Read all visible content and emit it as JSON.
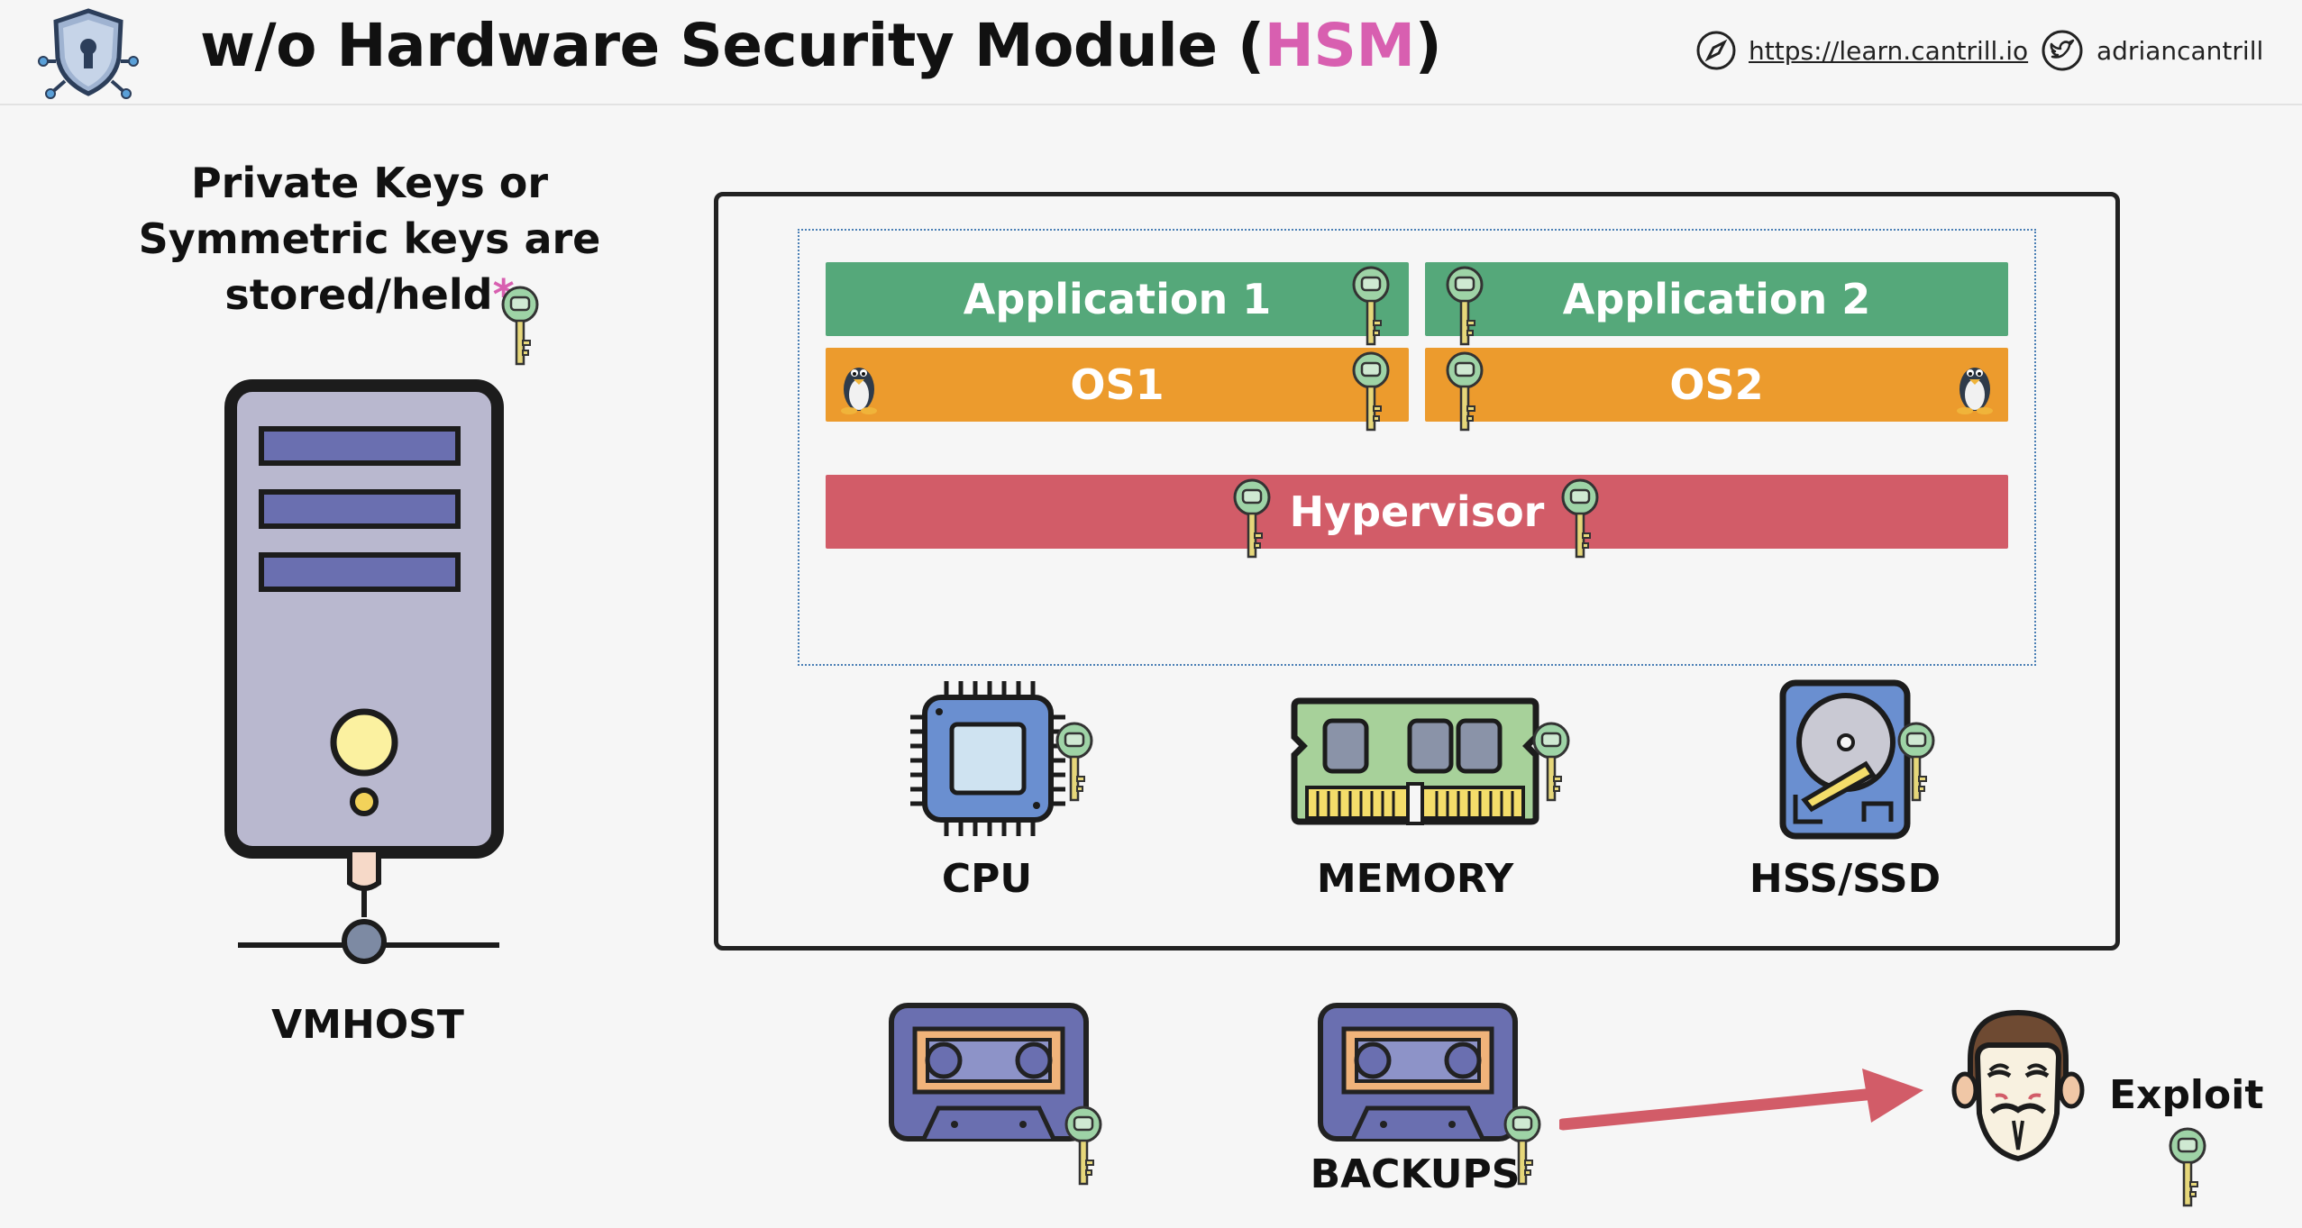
{
  "header": {
    "title_prefix": "w/o Hardware Security Module (",
    "title_accent": "HSM",
    "title_suffix": ")",
    "website": "https://learn.cantrill.io",
    "twitter": "adriancantrill",
    "logo_icon": "shield-lock-icon",
    "compass_icon": "compass-icon",
    "twitter_icon": "twitter-bird-icon"
  },
  "colors": {
    "accent": "#d85fb0",
    "application": "#55a87a",
    "os": "#ec9b2d",
    "hypervisor": "#d25c68",
    "arrow": "#d25c68"
  },
  "caption": {
    "line1": "Private Keys or",
    "line2": "Symmetric keys are",
    "line3": "stored/held",
    "asterisk": "*"
  },
  "vmhost": {
    "label": "VMHOST",
    "icon": "server-tower-icon"
  },
  "stack": {
    "app1": "Application 1",
    "app2": "Application 2",
    "os1": "OS1",
    "os2": "OS2",
    "hypervisor": "Hypervisor",
    "os_icon": "linux-penguin-icon"
  },
  "hardware": {
    "cpu": "CPU",
    "memory": "MEMORY",
    "disk": "HSS/SSD"
  },
  "backups": {
    "label": "BACKUPS",
    "icon": "cassette-tape-icon"
  },
  "exploit": {
    "label": "Exploit",
    "icon": "anonymous-mask-icon"
  },
  "key_icon": "key-icon"
}
